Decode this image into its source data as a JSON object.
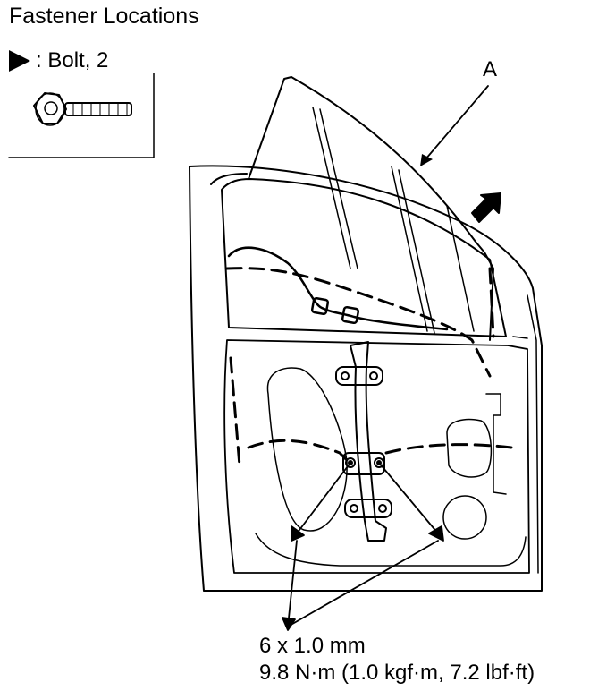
{
  "title": "Fastener Locations",
  "legend": {
    "symbol": "triangle-arrow-icon",
    "text": ": Bolt, 2"
  },
  "callout_a": "A",
  "spec": {
    "size": "6 x 1.0 mm",
    "torque": "9.8 N·m (1.0 kgf·m, 7.2 lbf·ft)"
  }
}
